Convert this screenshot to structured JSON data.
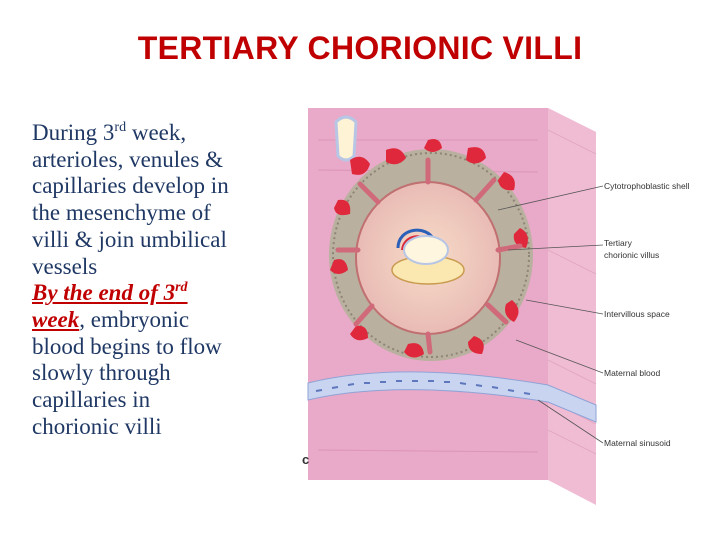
{
  "slide": {
    "title": "TERTIARY CHORIONIC VILLI",
    "paragraph_1": {
      "before_sup": "During 3",
      "sup": "rd",
      "after_sup_lines": [
        "week,",
        "arterioles, venules &",
        "capillaries develop in",
        "the mesenchyme of",
        "villi & join umbilical",
        "vessels"
      ]
    },
    "paragraph_2": {
      "emph_before_sup": "By the end of 3",
      "emph_sup": "rd",
      "emph_after_sup": "week",
      "comma": ",",
      "rest_first": "embryonic",
      "rest_lines": [
        "blood begins to flow",
        "slowly through",
        "capillaries in",
        "chorionic villi"
      ]
    }
  },
  "figure": {
    "panel_letter": "c",
    "labels": {
      "cytotrophoblastic_shell": "Cytotrophoblastic shell",
      "tertiary_villus_line1": "Tertiary",
      "tertiary_villus_line2": "chorionic villus",
      "intervillous_space": "Intervillous space",
      "maternal_blood": "Maternal blood",
      "maternal_sinusoid": "Maternal sinusoid"
    }
  },
  "colors": {
    "title": "#c00000",
    "body_text": "#1f3864",
    "emphasis": "#c00000",
    "tissue_pink": "#e9a9c8",
    "maternal_blood": "#e0283c"
  }
}
